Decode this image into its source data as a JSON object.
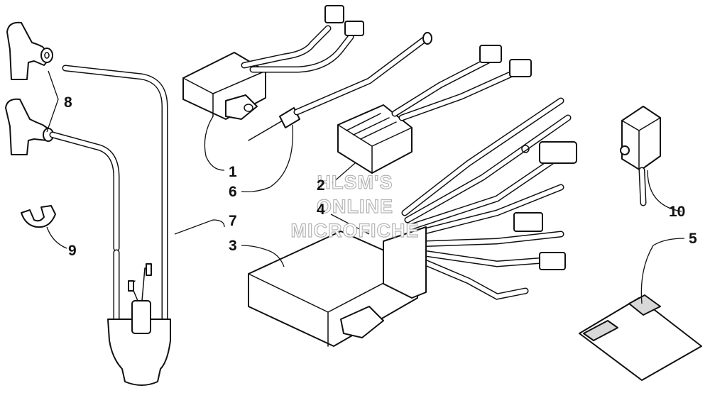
{
  "callouts": {
    "c1": "1",
    "c2": "2",
    "c3": "3",
    "c4": "4",
    "c5": "5",
    "c6": "6",
    "c7": "7",
    "c8": "8",
    "c9": "9",
    "c10": "10"
  },
  "watermark": {
    "line1": "HLSM'S",
    "line2": "ONLINE",
    "line3": "MICROFICHE"
  }
}
